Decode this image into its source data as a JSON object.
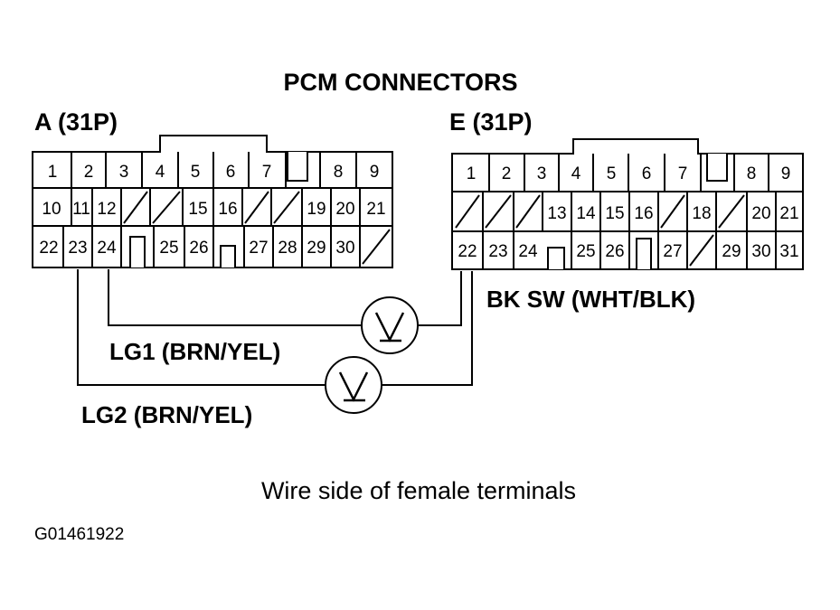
{
  "title": "PCM CONNECTORS",
  "connector_a": {
    "label": "A (31P)",
    "rows": [
      [
        "1",
        "2",
        "3",
        "4",
        "5",
        "6",
        "7",
        "8",
        "9"
      ],
      [
        "10",
        "11",
        "12",
        "15",
        "16",
        "19",
        "20",
        "21"
      ],
      [
        "22",
        "23",
        "24",
        "25",
        "26",
        "27",
        "28",
        "29",
        "30"
      ]
    ]
  },
  "connector_e": {
    "label": "E (31P)",
    "rows": [
      [
        "1",
        "2",
        "3",
        "4",
        "5",
        "6",
        "7",
        "8",
        "9"
      ],
      [
        "13",
        "14",
        "15",
        "16",
        "18",
        "20",
        "21"
      ],
      [
        "22",
        "23",
        "24",
        "25",
        "26",
        "27",
        "29",
        "30",
        "31"
      ]
    ]
  },
  "wire_labels": {
    "bk_sw": "BK SW (WHT/BLK)",
    "lg1": "LG1 (BRN/YEL)",
    "lg2": "LG2 (BRN/YEL)"
  },
  "caption": "Wire side of female terminals",
  "figure_id": "G01461922"
}
